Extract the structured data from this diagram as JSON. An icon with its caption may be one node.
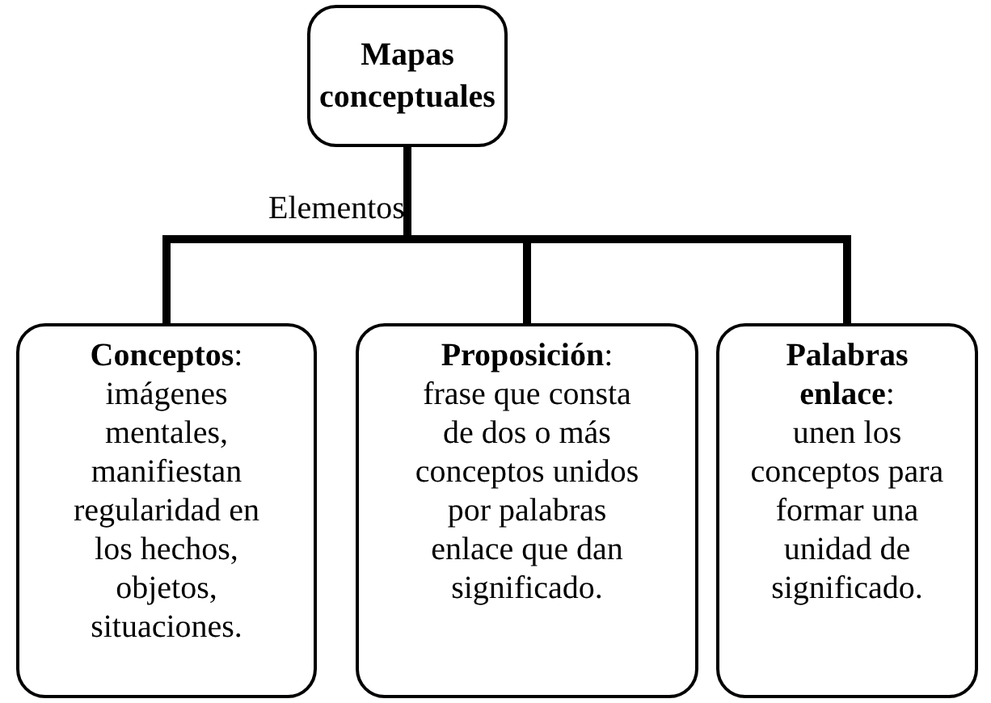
{
  "diagram": {
    "nodes": [
      {
        "text": [
          "Mapas conceptuales"
        ]
      },
      {
        "text": [
          "**Conceptos**:",
          "imágenes mentales, manifiestan regularidad en los hechos, objetos, situaciones."
        ]
      },
      {
        "text": [
          "**Proposición**:",
          "frase que consta de dos o más conceptos unidos por palabras enlace que dan significado."
        ]
      },
      {
        "text": [
          "**Palabras enlace**:",
          "unen los conceptos para formar una unidad de significado."
        ]
      }
    ],
    "edges": [
      {
        "from": 0,
        "to": 1,
        "arrow": "none"
      },
      {
        "from": 0,
        "to": 2,
        "arrow": "none"
      },
      {
        "from": 0,
        "to": 3,
        "arrow": "none"
      }
    ],
    "labels": [
      "Elementos"
    ]
  }
}
